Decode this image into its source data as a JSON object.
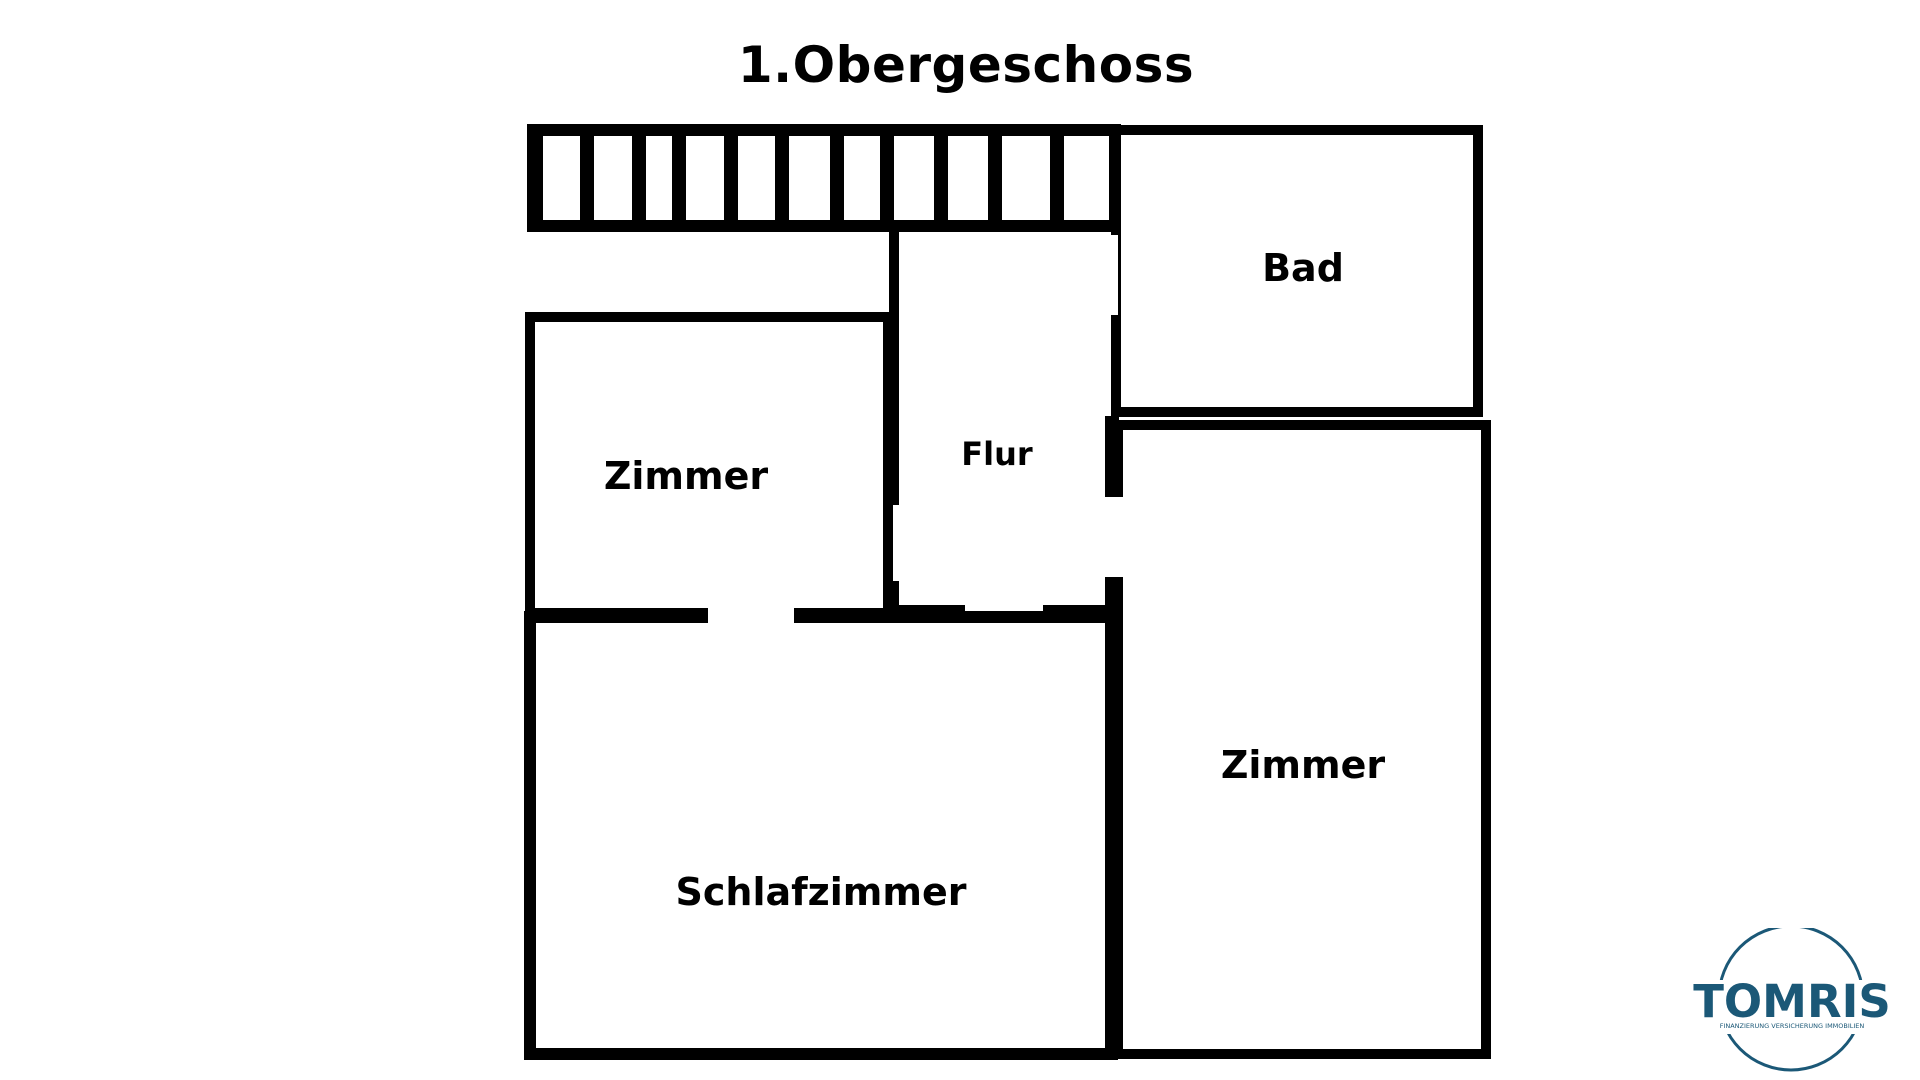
{
  "page": {
    "title": "1.Obergeschoss"
  },
  "rooms": {
    "bad": "Bad",
    "flur": "Flur",
    "zimmer_left": "Zimmer",
    "zimmer_right": "Zimmer",
    "schlafzimmer": "Schlafzimmer"
  },
  "logo": {
    "name": "TOMRIS",
    "tagline": "FINANZIERUNG VERSICHERUNG IMMOBILIEN",
    "color": "#1b5877"
  },
  "colors": {
    "walls": "#000000",
    "background": "#ffffff"
  }
}
